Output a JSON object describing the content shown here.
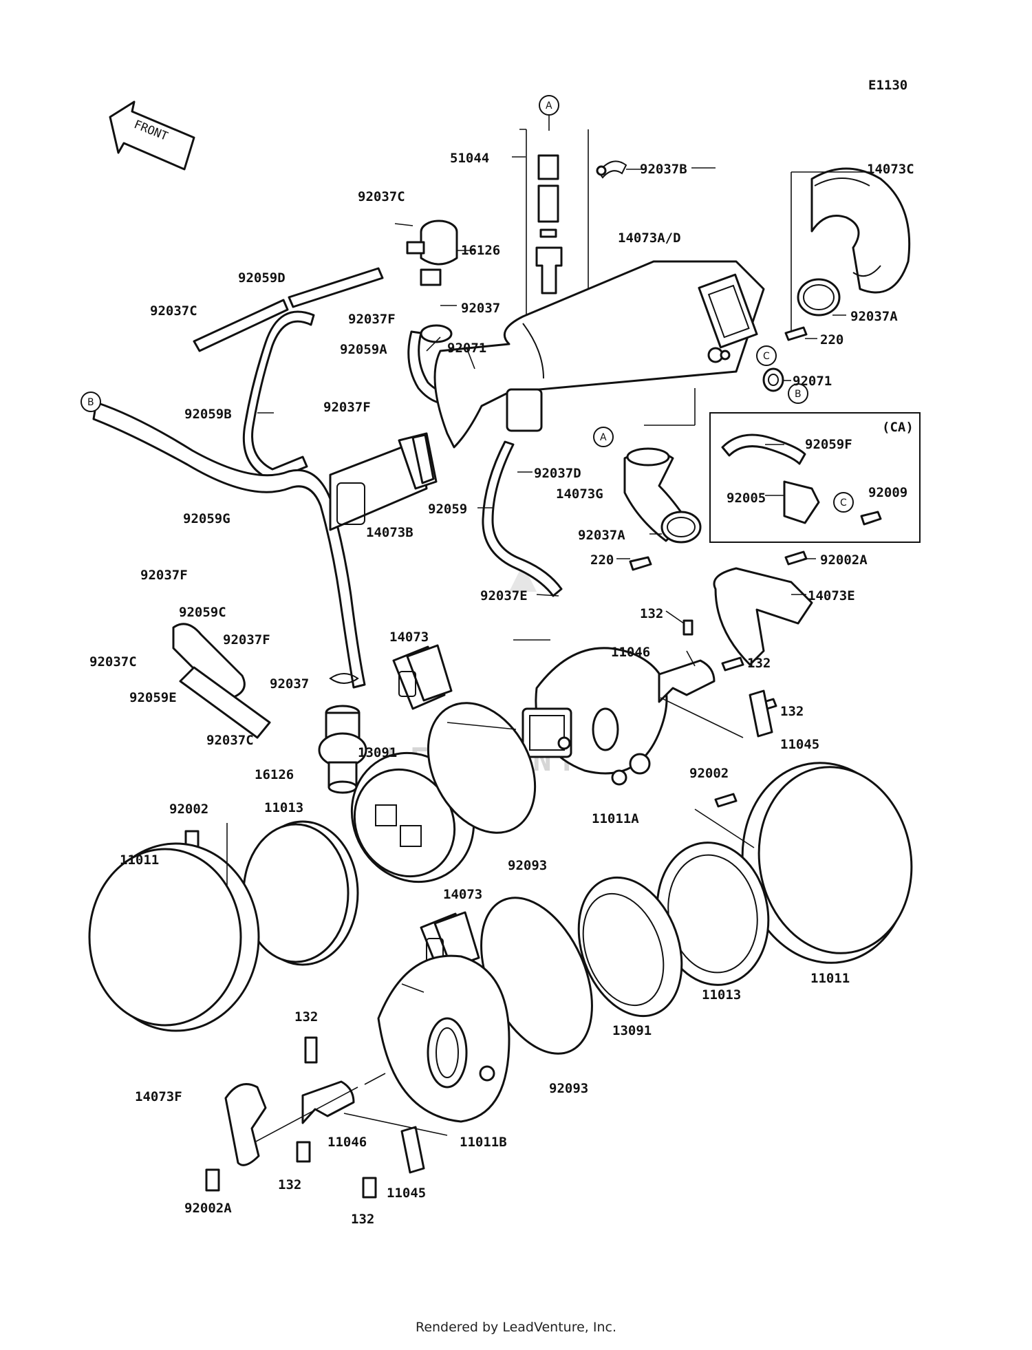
{
  "diagram_code": "E1130",
  "front_arrow_label": "FRONT",
  "watermark": "LEADVENTURE",
  "footer": "Rendered by LeadVenture, Inc.",
  "ca_box_label": "(CA)",
  "callouts": {
    "a": "A",
    "b": "B",
    "c": "C"
  },
  "labels": {
    "l51044": "51044",
    "l92037B": "92037B",
    "l92037C_top": "92037C",
    "l16126_top": "16126",
    "l92059D": "92059D",
    "l92037C_left": "92037C",
    "l92037F_top": "92037F",
    "l92037_top": "92037",
    "l92059A": "92059A",
    "l92071_left": "92071",
    "l92059B": "92059B",
    "l92037F_mid": "92037F",
    "l14073C": "14073C",
    "l14073AD": "14073A/D",
    "l92037A_top": "92037A",
    "l220_top": "220",
    "l92071_right": "92071",
    "l92059G": "92059G",
    "l14073B": "14073B",
    "l92037D": "92037D",
    "l92059": "92059",
    "l14073G": "14073G",
    "l92059F": "92059F",
    "l92005": "92005",
    "l92009": "92009",
    "l92037A_mid": "92037A",
    "l220_mid": "220",
    "l92002A_top": "92002A",
    "l14073E": "14073E",
    "l92037E": "92037E",
    "l132_a": "132",
    "l11046_top": "11046",
    "l132_b": "132",
    "l132_c": "132",
    "l11045_top": "11045",
    "l92037F_lower": "92037F",
    "l92059C": "92059C",
    "l92037F_lower2": "92037F",
    "l14073_top": "14073",
    "l92037C_lower": "92037C",
    "l92059E": "92059E",
    "l92037_lower": "92037",
    "l92037C_lower2": "92037C",
    "l16126_lower": "16126",
    "l13091_top": "13091",
    "l11011A": "11011A",
    "l92002_right": "92002",
    "l92002_left": "92002",
    "l11013_left": "11013",
    "l11011_left": "11011",
    "l92093_top": "92093",
    "l14073_lower": "14073",
    "l11011_right": "11011",
    "l11013_right": "11013",
    "l13091_lower": "13091",
    "l132_d": "132",
    "l92093_lower": "92093",
    "l14073F": "14073F",
    "l11046_lower": "11046",
    "l11011B": "11011B",
    "l132_e": "132",
    "l11045_lower": "11045",
    "l92002A_lower": "92002A",
    "l132_f": "132"
  }
}
